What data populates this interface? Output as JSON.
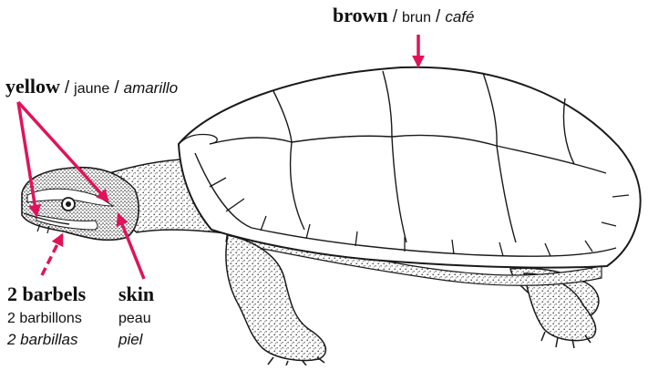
{
  "colors": {
    "arrow": "#e0135a",
    "outline": "#1a1a1a",
    "stipple": "#2a2a2a",
    "background": "#ffffff"
  },
  "labels": {
    "shell_color": {
      "en": "brown",
      "separator": "/",
      "fr": "brun",
      "es": "café"
    },
    "head_stripe_color": {
      "en": "yellow",
      "separator": "/",
      "fr": "jaune",
      "es": "amarillo"
    },
    "barbels": {
      "en": "2 barbels",
      "fr": "2 barbillons",
      "es": "2 barbillas"
    },
    "skin": {
      "en": "skin",
      "fr": "peau",
      "es": "piel"
    }
  }
}
